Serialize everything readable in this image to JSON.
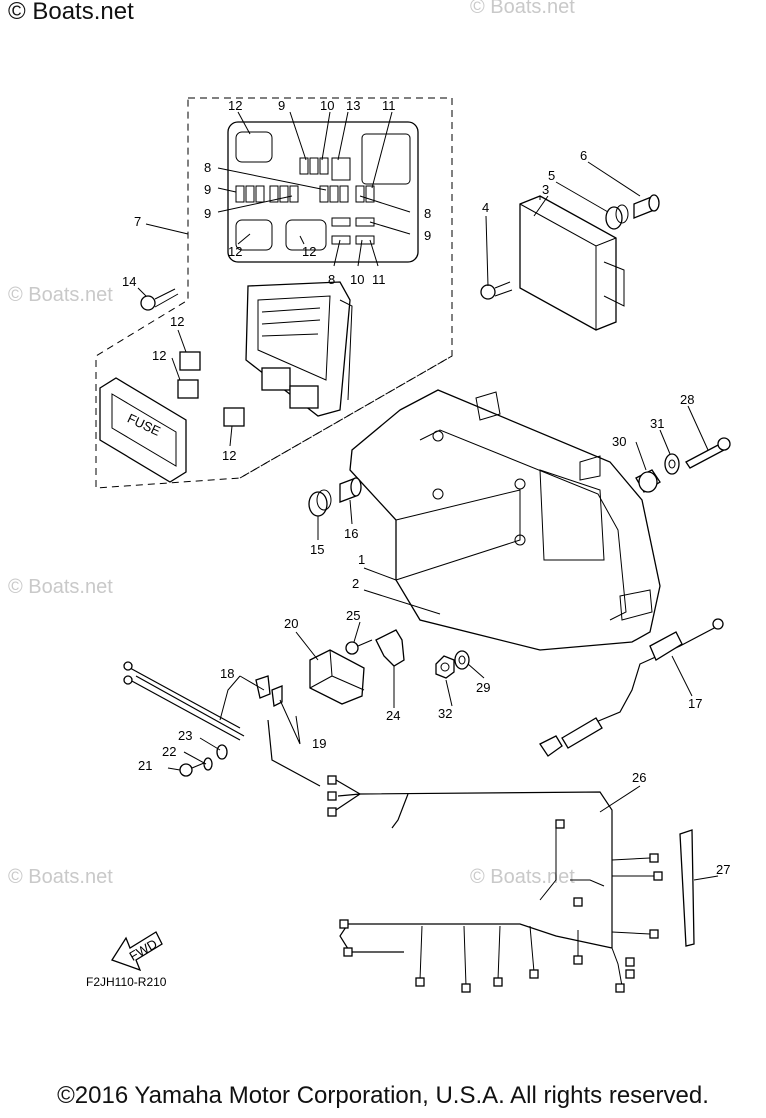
{
  "watermarks": {
    "top_left": "© Boats.net",
    "faint": "© Boats.net"
  },
  "diagram_code": "F2JH110-R210",
  "fwd_label": "FWD",
  "fuse_label": "FUSE",
  "copyright": "©2016 Yamaha Motor Corporation, U.S.A. All rights reserved.",
  "callouts": [
    "1",
    "2",
    "3",
    "4",
    "5",
    "6",
    "7",
    "8",
    "9",
    "10",
    "11",
    "12",
    "13",
    "14",
    "15",
    "16",
    "17",
    "18",
    "19",
    "20",
    "21",
    "22",
    "23",
    "24",
    "25",
    "26",
    "27",
    "28",
    "29",
    "30",
    "31",
    "32"
  ]
}
